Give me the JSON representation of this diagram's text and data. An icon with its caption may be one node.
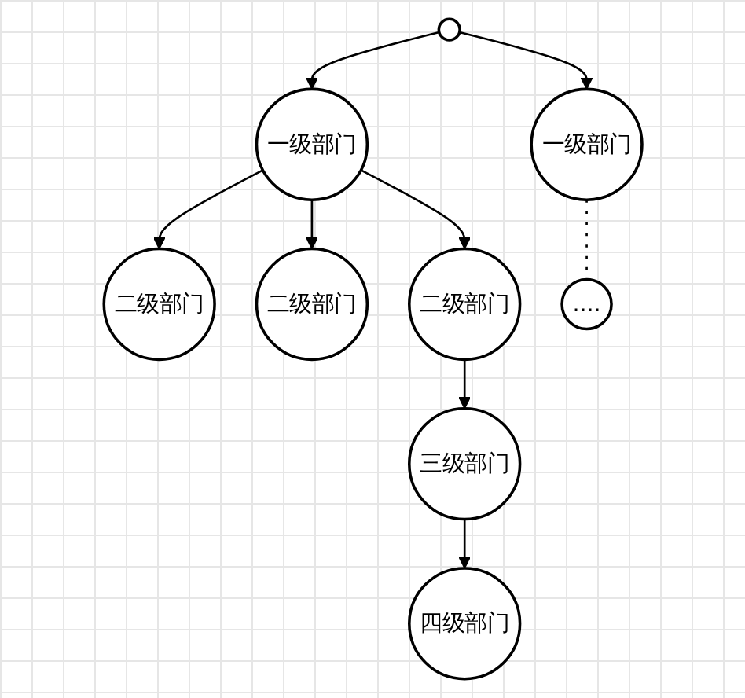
{
  "diagram": {
    "nodes": [
      {
        "text": [],
        "shape": "circle"
      },
      {
        "text": [
          "一级部门"
        ]
      },
      {
        "text": [
          "一级部门"
        ]
      },
      {
        "text": [
          "二级部门"
        ]
      },
      {
        "text": [
          "二级部门"
        ]
      },
      {
        "text": [
          "二级部门"
        ]
      },
      {
        "text": [
          "...."
        ]
      },
      {
        "text": [
          "三级部门"
        ]
      },
      {
        "text": [
          "四级部门"
        ]
      }
    ],
    "edges": [
      {
        "from": 0,
        "to": 1,
        "arrow": "to"
      },
      {
        "from": 0,
        "to": 2,
        "arrow": "to"
      },
      {
        "from": 1,
        "to": 3,
        "arrow": "to"
      },
      {
        "from": 1,
        "to": 4,
        "arrow": "to"
      },
      {
        "from": 1,
        "to": 5,
        "arrow": "to"
      },
      {
        "from": 2,
        "to": 6,
        "arrow": "none",
        "style": "dashed"
      },
      {
        "from": 5,
        "to": 7,
        "arrow": "to"
      },
      {
        "from": 7,
        "to": 8,
        "arrow": "to"
      }
    ]
  }
}
